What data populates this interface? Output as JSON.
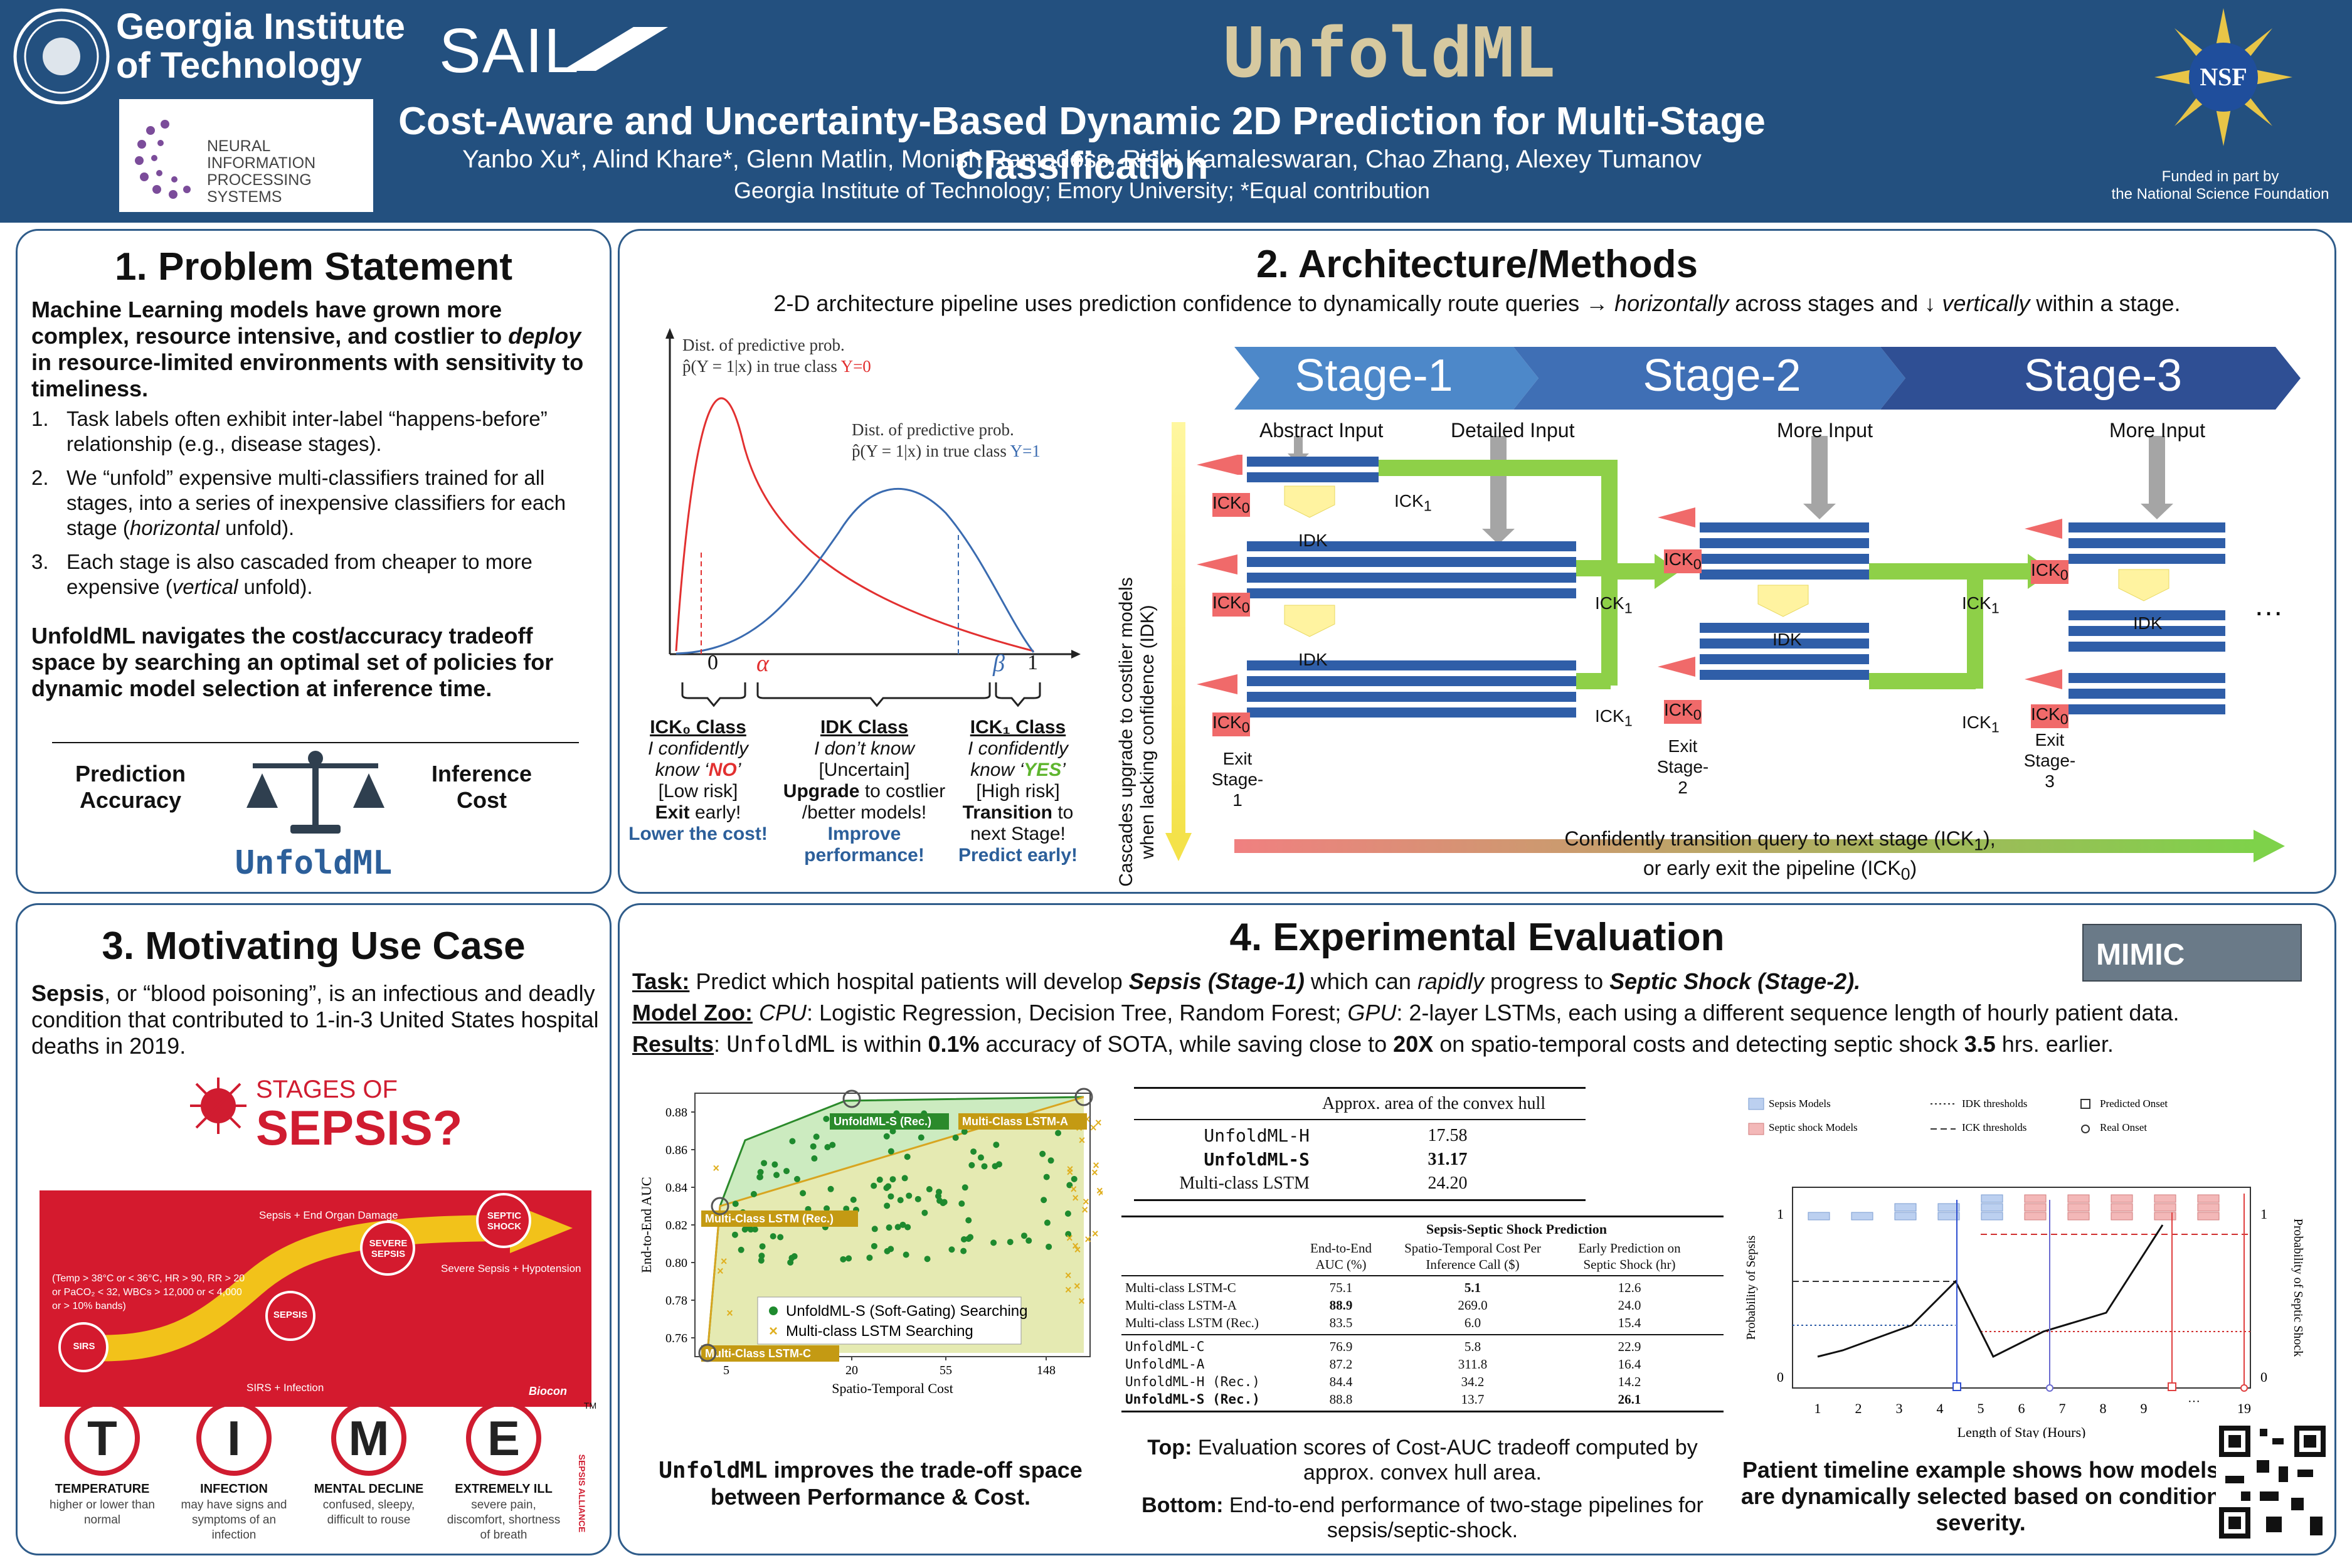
{
  "header": {
    "gt_line1": "Georgia Institute",
    "gt_line2": "of Technology",
    "sail": "SAIL",
    "nips_line1": "NEURAL INFORMATION",
    "nips_line2": "PROCESSING SYSTEMS",
    "title": "UnfoldML",
    "subtitle": "Cost-Aware and Uncertainty-Based Dynamic 2D Prediction for Multi-Stage Classification",
    "authors": "Yanbo Xu*, Alind Khare*, Glenn Matlin, Monish Ramadoss, Rishi Kamaleswaran, Chao Zhang, Alexey Tumanov",
    "affiliations": "Georgia Institute of Technology; Emory University; *Equal contribution",
    "nsf": "NSF",
    "nsf_line1": "Funded in part by",
    "nsf_line2": "the National Science Foundation"
  },
  "s1": {
    "title": "1. Problem Statement",
    "lead_a": "Machine Learning models have grown more complex, resource intensive, and costlier to ",
    "lead_em": "deploy",
    "lead_b": " in resource-limited environments with sensitivity to timeliness.",
    "items": [
      {
        "n": "1.",
        "a": "Task labels often exhibit inter-label “happens-before” relationship (e.g., disease stages).",
        "em": "",
        "b": ""
      },
      {
        "n": "2.",
        "a": "We “unfold” expensive multi-classifiers trained for all stages, into a series of inexpensive classifiers for each stage (",
        "em": "horizontal",
        "b": " unfold)."
      },
      {
        "n": "3.",
        "a": "Each stage is also cascaded from cheaper to more expensive (",
        "em": "vertical",
        "b": " unfold)."
      }
    ],
    "summary": "UnfoldML navigates the cost/accuracy tradeoff space by searching an optimal set of policies for dynamic model selection at inference time.",
    "left_label": "Prediction Accuracy",
    "right_label": "Inference Cost",
    "brand": "UnfoldML"
  },
  "s2": {
    "title": "2. Architecture/Methods",
    "intro_a": "2-D architecture pipeline uses prediction confidence to dynamically route queries → ",
    "intro_em1": "horizontally",
    "intro_b": " across stages and ↓ ",
    "intro_em2": "vertically",
    "intro_c": " within a stage.",
    "dist0_l1": "Dist. of predictive prob.",
    "dist0_l2": "p̂(Y = 1|x) in true class ",
    "dist0_cls": "Y=0",
    "dist1_l1": "Dist. of predictive prob.",
    "dist1_l2": "p̂(Y = 1|x) in true class ",
    "dist1_cls": "Y=1",
    "ax_0": "0",
    "ax_alpha": "α",
    "ax_beta": "β",
    "ax_1": "1",
    "cls": [
      {
        "head": "ICK₀ Class",
        "l1": "I confidently",
        "l2a": "know ‘",
        "l2b": "NO",
        "l2c": "’",
        "l3": "[Low risk]",
        "l4a": "Exit",
        "l4b": " early!",
        "l5": "Lower the cost!"
      },
      {
        "head": "IDK Class",
        "l1": "I don’t know",
        "l2a": "[Uncertain]",
        "l2b": "",
        "l2c": "",
        "l3a": "Upgrade",
        "l3b": " to costlier",
        "l4": "/better models!",
        "l5": "Improve performance!"
      },
      {
        "head": "ICK₁ Class",
        "l1": "I confidently",
        "l2a": "know ‘",
        "l2b": "YES",
        "l2c": "’",
        "l3": "[High risk]",
        "l4a": "Transition",
        "l4b": " to",
        "l4c": "next Stage!",
        "l5": "Predict early!"
      }
    ],
    "stages": [
      "Stage-1",
      "Stage-2",
      "Stage-3"
    ],
    "inputs": [
      "Abstract Input",
      "Detailed Input",
      "More Input",
      "More Input"
    ],
    "vertical_label": "Cascades upgrade to costlier models when lacking confidence (IDK)",
    "idk": "IDK",
    "ick0": "ICK",
    "ick1": "ICK",
    "sub0": "0",
    "sub1": "1",
    "exit": "Exit",
    "exit_stages": [
      "Stage-1",
      "Stage-2",
      "Stage-3"
    ],
    "ellipsis": "…",
    "bottom_l1": "Confidently transition query to next stage (ICK",
    "bottom_l1b": "),",
    "bottom_l2": "or early exit the pipeline (ICK",
    "bottom_l2b": ")"
  },
  "s3": {
    "title": "3. Motivating Use Case",
    "lead_b": "Sepsis",
    "lead": ", or “blood poisoning”, is an infectious and deadly condition that contributed to 1-in-3 United States hospital deaths in 2019.",
    "stages_of": "STAGES OF",
    "sepsis_q": "SEPSIS?",
    "curve_labels": [
      "Sepsis + End Organ Damage",
      "Severe Sepsis + Hypotension",
      "SIRS + Infection"
    ],
    "circles": [
      "SIRS",
      "SEPSIS",
      "SEVERE SEPSIS",
      "SEPTIC SHOCK"
    ],
    "criteria": "(Temp > 38°C or < 36°C, HR > 90, RR > 20 or PaCO₂ < 32, WBCs > 12,000 or < 4,000 or > 10% bands)",
    "biocon": "Biocon",
    "time_letters": [
      "T",
      "I",
      "M",
      "E"
    ],
    "tm": "TM",
    "time_heads": [
      "TEMPERATURE",
      "INFECTION",
      "MENTAL DECLINE",
      "EXTREMELY ILL"
    ],
    "time_desc": [
      "higher or lower than normal",
      "may have signs and symptoms of an infection",
      "confused, sleepy, difficult to rouse",
      "severe pain, discomfort, shortness of breath"
    ],
    "side_word": "SEPSIS ALLIANCE"
  },
  "s4": {
    "title": "4. Experimental Evaluation",
    "mimic": "MIMIC",
    "task_label": "Task:",
    "task_a": " Predict which hospital patients will develop ",
    "task_em1": "Sepsis (Stage-1)",
    "task_b": " which can ",
    "task_em2": "rapidly",
    "task_c": " progress to ",
    "task_em3": "Septic Shock (Stage-2).",
    "zoo_label": "Model Zoo:",
    "zoo_a": " ",
    "zoo_em1": "CPU",
    "zoo_b": ": Logistic Regression, Decision Tree, Random Forest; ",
    "zoo_em2": "GPU",
    "zoo_c": ": 2-layer LSTMs, each using a different sequence length of hourly patient data.",
    "res_label": "Results",
    "res_a": ": ",
    "res_mono": "UnfoldML",
    "res_b": " is within ",
    "res_bold1": "0.1%",
    "res_c": " accuracy of SOTA, while saving close to ",
    "res_bold2": "20X",
    "res_d": " on spatio-temporal costs and detecting septic shock ",
    "res_bold3": "3.5",
    "res_e": " hrs. earlier.",
    "scatter_caption_mono": "UnfoldML",
    "scatter_caption_a": " improves the trade-off space",
    "scatter_caption_b": "between Performance & Cost.",
    "table_top_header": "Approx. area of the convex hull",
    "table_top_rows": [
      {
        "name": "UnfoldML-H",
        "val": "17.58",
        "bold": false,
        "mono": true
      },
      {
        "name": "UnfoldML-S",
        "val": "31.17",
        "bold": true,
        "mono": true
      },
      {
        "name": "Multi-class LSTM",
        "val": "24.20",
        "bold": false,
        "mono": false
      }
    ],
    "table_bot_title": "Sepsis-Septic Shock Prediction",
    "table_bot_cols": [
      "End-to-End AUC (%)",
      "Spatio-Temporal Cost Per Inference Call ($)",
      "Early Prediction on Septic Shock (hr)"
    ],
    "table_bot_rows": [
      {
        "name": "Multi-class LSTM-C",
        "v": [
          "75.1",
          "5.1",
          "12.6"
        ],
        "b": [
          false,
          true,
          false
        ],
        "mono": false
      },
      {
        "name": "Multi-class LSTM-A",
        "v": [
          "88.9",
          "269.0",
          "24.0"
        ],
        "b": [
          true,
          false,
          false
        ],
        "mono": false
      },
      {
        "name": "Multi-class LSTM (Rec.)",
        "v": [
          "83.5",
          "6.0",
          "15.4"
        ],
        "b": [
          false,
          false,
          false
        ],
        "mono": false
      },
      {
        "name": "UnfoldML-C",
        "v": [
          "76.9",
          "5.8",
          "22.9"
        ],
        "b": [
          false,
          false,
          false
        ],
        "mono": true
      },
      {
        "name": "UnfoldML-A",
        "v": [
          "87.2",
          "311.8",
          "16.4"
        ],
        "b": [
          false,
          false,
          false
        ],
        "mono": true
      },
      {
        "name": "UnfoldML-H (Rec.)",
        "v": [
          "84.4",
          "34.2",
          "14.2"
        ],
        "b": [
          false,
          false,
          false
        ],
        "mono": true
      },
      {
        "name": "UnfoldML-S (Rec.)",
        "v": [
          "88.8",
          "13.7",
          "26.1"
        ],
        "b": [
          false,
          false,
          true
        ],
        "mono": true,
        "namebold": true
      }
    ],
    "table_caption_top_b": "Top:",
    "table_caption_top": " Evaluation scores of Cost-AUC tradeoff computed by approx. convex hull area.",
    "table_caption_bot_b": "Bottom:",
    "table_caption_bot": " End-to-end performance of two-stage pipelines for sepsis/septic-shock.",
    "timeline_caption": "Patient timeline example shows how models are dynamically selected based on condition severity.",
    "timeline": {
      "legend": [
        "Sepsis Models",
        "IDK thresholds",
        "Predicted Onset",
        "Septic shock Models",
        "ICK thresholds",
        "Real Onset"
      ],
      "xlabel": "Length of Stay (Hours)",
      "ylabel_left": "Probability of Sepsis",
      "ylabel_right": "Probability of Septic Shock",
      "xticks": [
        "1",
        "2",
        "3",
        "4",
        "5",
        "6",
        "7",
        "8",
        "9",
        "19"
      ],
      "x_ellipsis": "···",
      "y_left": [
        "1",
        "0"
      ],
      "y_right": [
        "1",
        "0"
      ]
    }
  },
  "chart_data": {
    "type": "scatter",
    "xlabel": "Spatio-Temporal Cost",
    "ylabel": "End-to-End AUC",
    "xticks": [
      "5",
      "20",
      "55",
      "148"
    ],
    "yticks": [
      "0.76",
      "0.78",
      "0.80",
      "0.82",
      "0.84",
      "0.86",
      "0.88"
    ],
    "ylim": [
      0.75,
      0.89
    ],
    "legend": "bottom-center",
    "series": [
      {
        "name": "UnfoldML-S (Soft-Gating) Searching",
        "color": "#1e8a2e",
        "marker": "circle"
      },
      {
        "name": "Multi-class LSTM Searching",
        "color": "#e0b020",
        "marker": "x"
      }
    ],
    "annotations": [
      {
        "text": "UnfoldML-S (Rec.)",
        "color": "#2b8a2b"
      },
      {
        "text": "Multi-Class LSTM-A",
        "color": "#c49a13"
      },
      {
        "text": "Multi-Class LSTM (Rec.)",
        "color": "#c49a13"
      },
      {
        "text": "Multi-Class LSTM-C",
        "color": "#c49a13"
      }
    ]
  }
}
